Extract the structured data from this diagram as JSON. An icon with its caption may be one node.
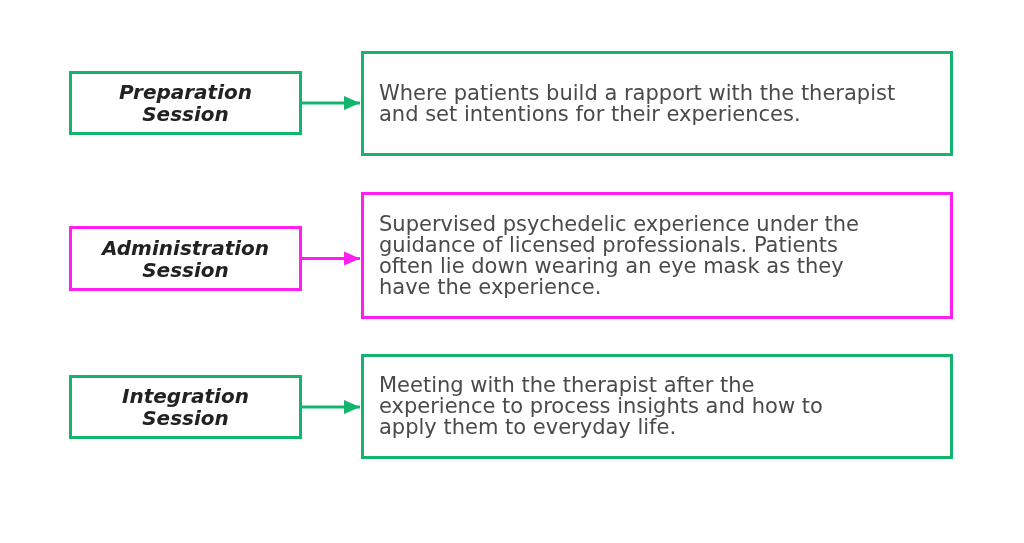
{
  "diagram": {
    "nodes": [
      {
        "text": [
          "Preparation Session"
        ]
      },
      {
        "text": [
          "Where patients build a rapport with the therapist and set intentions for their experiences."
        ]
      },
      {
        "text": [
          "Administration Session"
        ]
      },
      {
        "text": [
          "Supervised psychedelic experience under the guidance of licensed professionals. Patients often lie down wearing an eye mask as they have the experience."
        ]
      },
      {
        "text": [
          "Integration Session"
        ]
      },
      {
        "text": [
          "Meeting with the therapist after the experience to process insights and how to apply them to everyday life."
        ]
      }
    ],
    "edges": [
      {
        "from": 0,
        "to": 1,
        "arrow": "to"
      },
      {
        "from": 2,
        "to": 3,
        "arrow": "to",
        "color": "#ff1ff2"
      },
      {
        "from": 4,
        "to": 5,
        "arrow": "to"
      }
    ]
  }
}
